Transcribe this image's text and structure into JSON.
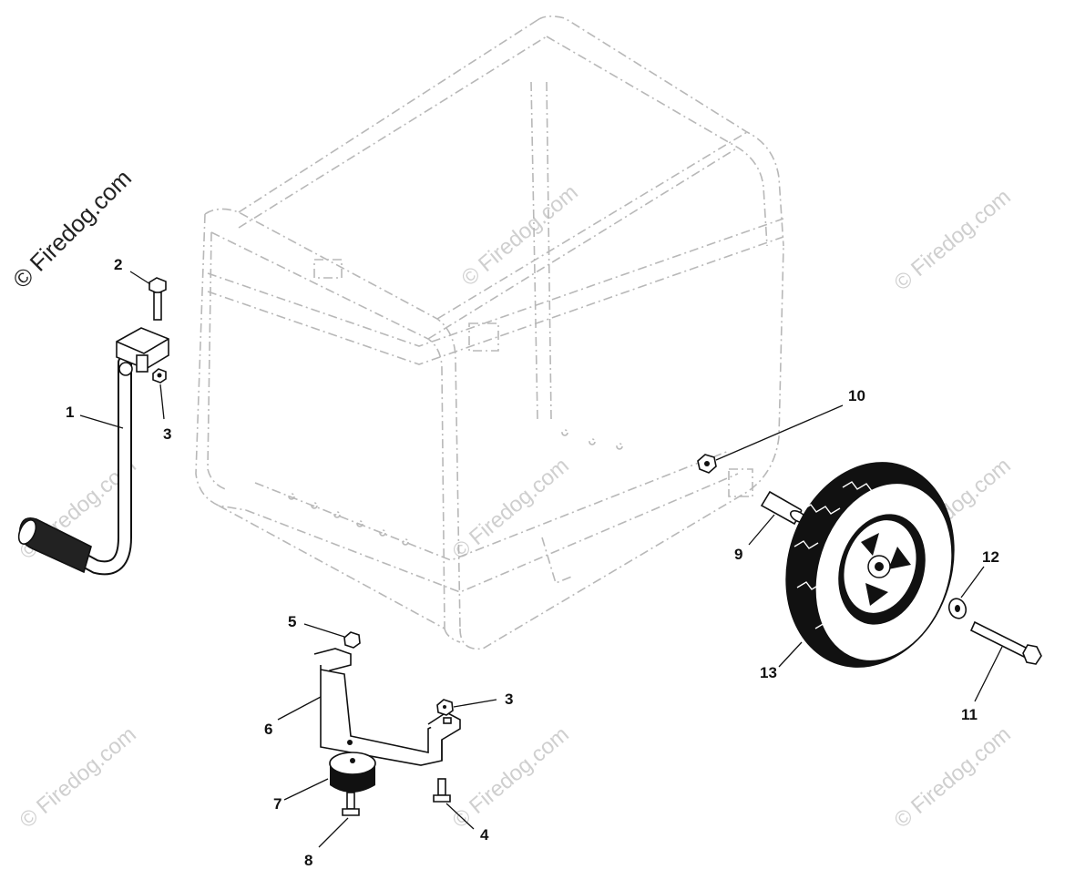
{
  "watermark": {
    "main_text": "© Firedog.com",
    "repeat_text": "© Firedog.com"
  },
  "callouts": {
    "c1": "1",
    "c2": "2",
    "c3a": "3",
    "c3b": "3",
    "c4": "4",
    "c5": "5",
    "c6": "6",
    "c7": "7",
    "c8": "8",
    "c9": "9",
    "c10": "10",
    "c11": "11",
    "c12": "12",
    "c13": "13"
  },
  "colors": {
    "line": "#111111",
    "frame_dashed": "#b8b8b8",
    "watermark": "#cfcfcf"
  }
}
